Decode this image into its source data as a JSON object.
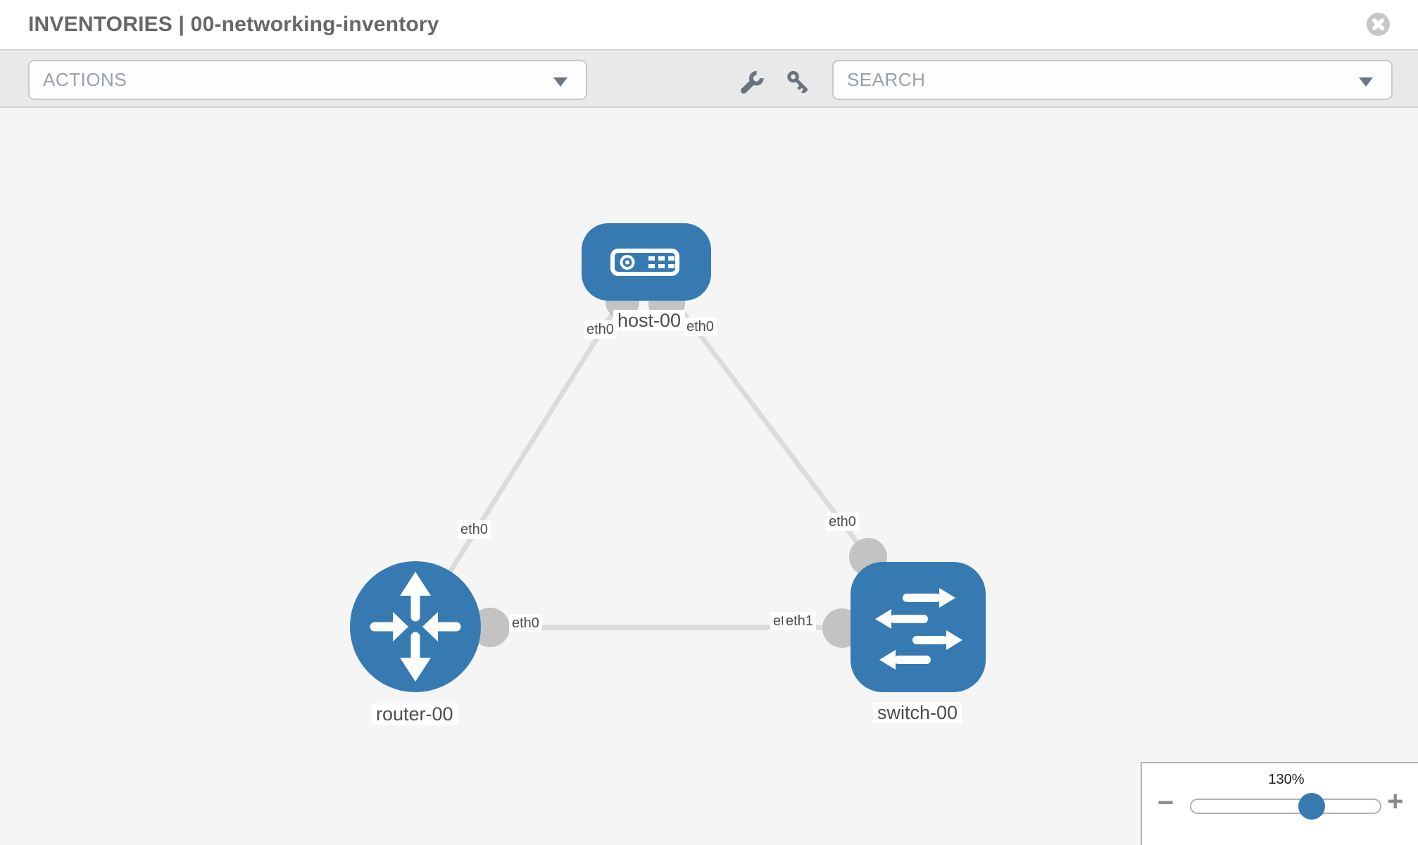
{
  "header": {
    "title": "INVENTORIES | 00-networking-inventory",
    "close_icon": "circle-x-icon"
  },
  "toolbar": {
    "actions_label": "ACTIONS",
    "search_label": "SEARCH",
    "icons": [
      "wrench-icon",
      "key-icon"
    ]
  },
  "topology": {
    "nodes": [
      {
        "id": "host-00",
        "label": "host-00",
        "type": "host",
        "icon": "server-icon",
        "shape": "rounded-rect"
      },
      {
        "id": "router-00",
        "label": "router-00",
        "type": "router",
        "icon": "router-arrows-icon",
        "shape": "circle"
      },
      {
        "id": "switch-00",
        "label": "switch-00",
        "type": "switch",
        "icon": "switch-arrows-icon",
        "shape": "rounded-square"
      }
    ],
    "links": [
      {
        "source": "host-00",
        "target": "router-00",
        "source_iface": "eth0",
        "target_iface": "eth0"
      },
      {
        "source": "host-00",
        "target": "switch-00",
        "source_iface": "eth0",
        "target_iface": "eth0"
      },
      {
        "source": "router-00",
        "target": "switch-00",
        "source_iface": "eth0",
        "target_iface": "eth1",
        "overlapped_iface": "eth0"
      }
    ]
  },
  "zoom_control": {
    "level": "130%",
    "minus_label": "−",
    "plus_label": "+"
  },
  "colors": {
    "node_blue": "#377ab2",
    "link_gray": "#dbdbdb",
    "endpoint_gray": "#c3c3c3",
    "toolbar_bg": "#e9e9e9",
    "canvas_bg": "#f5f5f5",
    "label_text": "#4d4d4d"
  }
}
